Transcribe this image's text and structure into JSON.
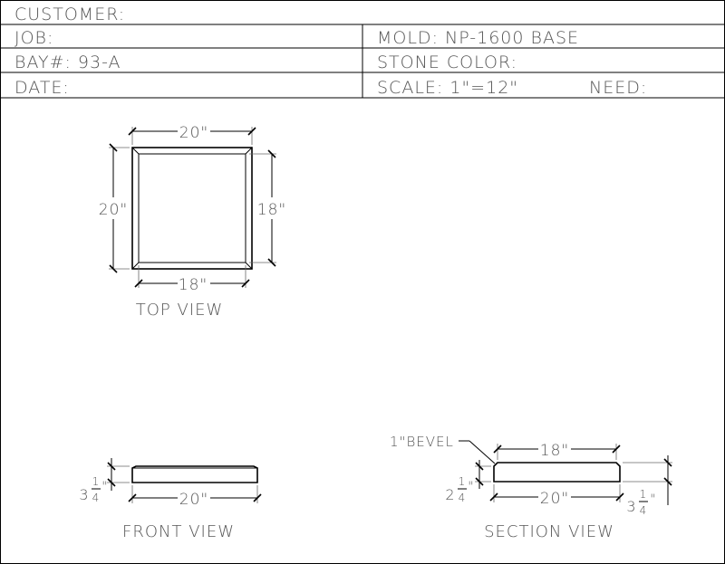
{
  "title_block": {
    "customer_label": "CUSTOMER:",
    "job_label": "JOB:",
    "bay_label": "BAY#: 93-A",
    "date_label": "DATE:",
    "mold_label": "MOLD: NP-1600 BASE",
    "stone_color_label": "STONE COLOR:",
    "scale_label": "SCALE: 1\"=12\"",
    "need_label": "NEED:"
  },
  "top_view": {
    "caption": "TOP VIEW",
    "dim_top": "20\"",
    "dim_left": "20\"",
    "dim_right": "18\"",
    "dim_bottom": "18\""
  },
  "front_view": {
    "caption": "FRONT VIEW",
    "dim_width": "20\"",
    "dim_height_whole": "3",
    "dim_height_num": "1",
    "dim_height_den": "4",
    "dim_height_unit": "\""
  },
  "section_view": {
    "caption": "SECTION VIEW",
    "bevel_note": "1\"BEVEL",
    "dim_top": "18\"",
    "dim_bottom": "20\"",
    "dim_left_whole": "2",
    "dim_left_num": "1",
    "dim_left_den": "4",
    "dim_left_unit": "\"",
    "dim_right_whole": "3",
    "dim_right_num": "1",
    "dim_right_den": "4",
    "dim_right_unit": "\""
  }
}
